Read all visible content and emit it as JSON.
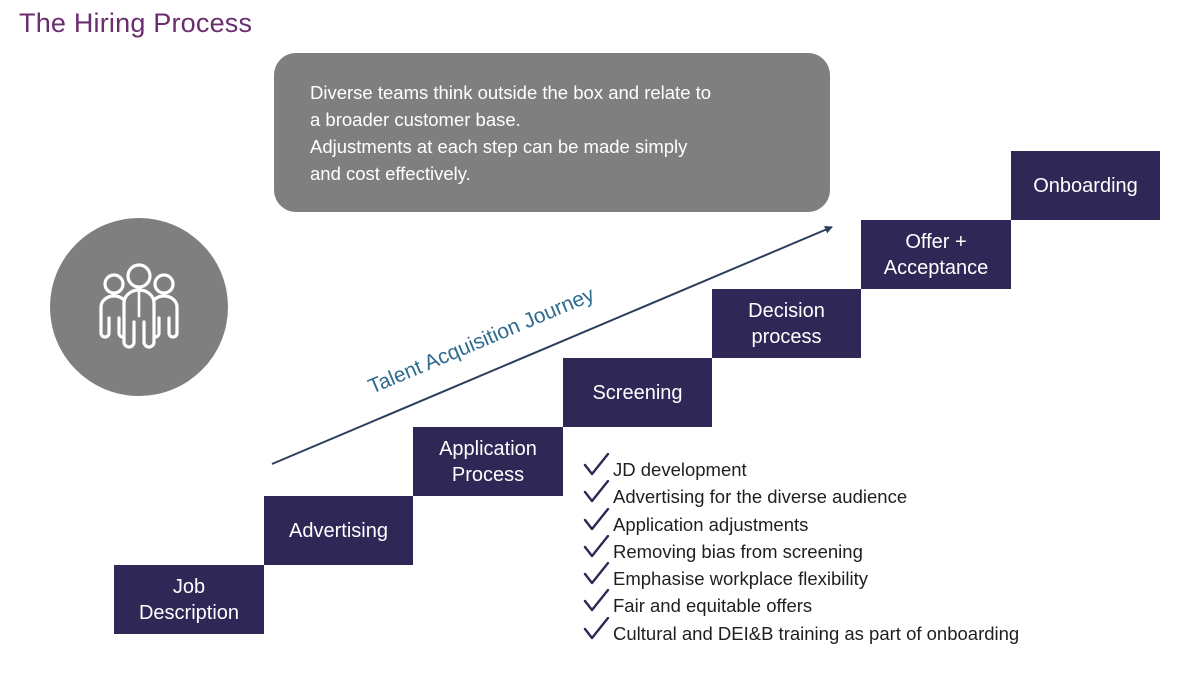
{
  "title": "The Hiring Process",
  "callout": {
    "lines": [
      "Diverse teams think outside the box and relate to",
      "a broader customer base.",
      "Adjustments at each step can be made simply",
      "and cost effectively."
    ]
  },
  "icon": "people-group-icon",
  "journey_label": "Talent Acquisition Journey",
  "steps": [
    "Job\nDescription",
    "Advertising",
    "Application\nProcess",
    "Screening",
    "Decision\nprocess",
    "Offer +\nAcceptance",
    "Onboarding"
  ],
  "checklist": [
    "JD development",
    "Advertising for the diverse audience",
    "Application adjustments",
    "Removing bias from screening",
    "Emphasise workplace flexibility",
    "Fair and equitable offers",
    "Cultural and DEI&B training as part of onboarding"
  ],
  "colors": {
    "title": "#6b2d6f",
    "step_fill": "#2f2756",
    "callout_fill": "#7f7f7f",
    "journey": "#2c3e5c",
    "journey_label": "#2e6b8f",
    "check": "#2f2756"
  }
}
